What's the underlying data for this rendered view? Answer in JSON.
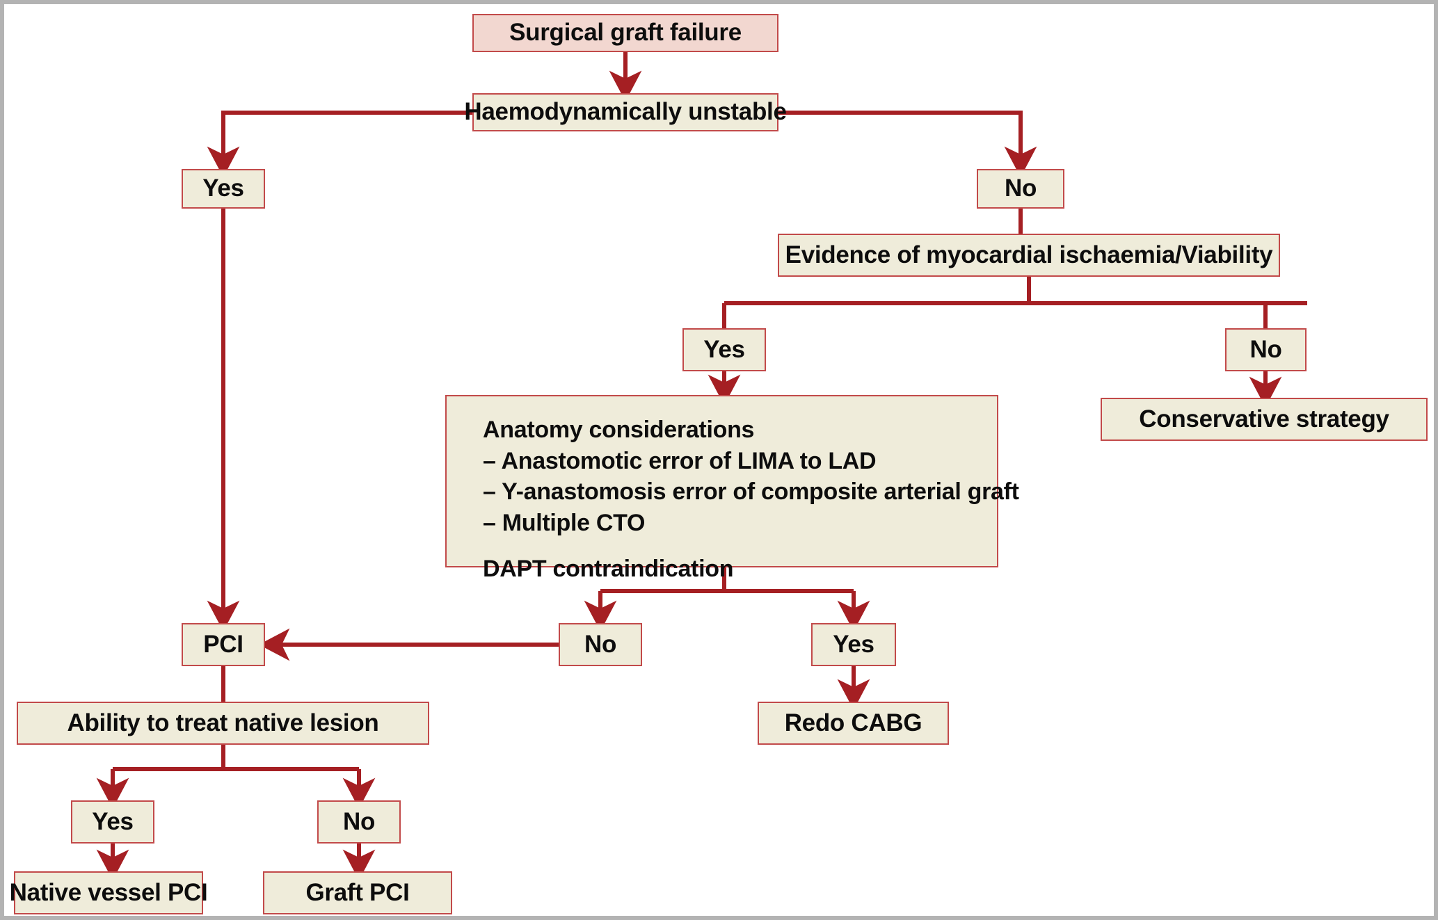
{
  "diagram": {
    "title": "Surgical graft failure decision algorithm",
    "colors": {
      "edge": "#a51f23",
      "box_border": "#c24a4a",
      "box_fill": "#efecda",
      "root_fill": "#f2d7d0",
      "text": "#0d0d0d",
      "page_border": "#b3b3b3"
    },
    "nodes": {
      "root": "Surgical graft failure",
      "haemo": "Haemodynamically unstable",
      "yes1": "Yes",
      "no1": "No",
      "evidence": "Evidence of myocardial ischaemia/Viability",
      "yes2": "Yes",
      "no2": "No",
      "conservative": "Conservative strategy",
      "anatomy": {
        "heading": "Anatomy considerations",
        "bullets": [
          "– Anastomotic error of LIMA to LAD",
          "– Y-anastomosis error of composite arterial graft",
          "– Multiple CTO"
        ],
        "footer": "DAPT contraindication"
      },
      "no3": "No",
      "yes3": "Yes",
      "pci": "PCI",
      "redo_cabg": "Redo CABG",
      "ability": "Ability to treat native lesion",
      "yes4": "Yes",
      "no4": "No",
      "native_vessel_pci": "Native vessel PCI",
      "graft_pci": "Graft PCI"
    }
  }
}
